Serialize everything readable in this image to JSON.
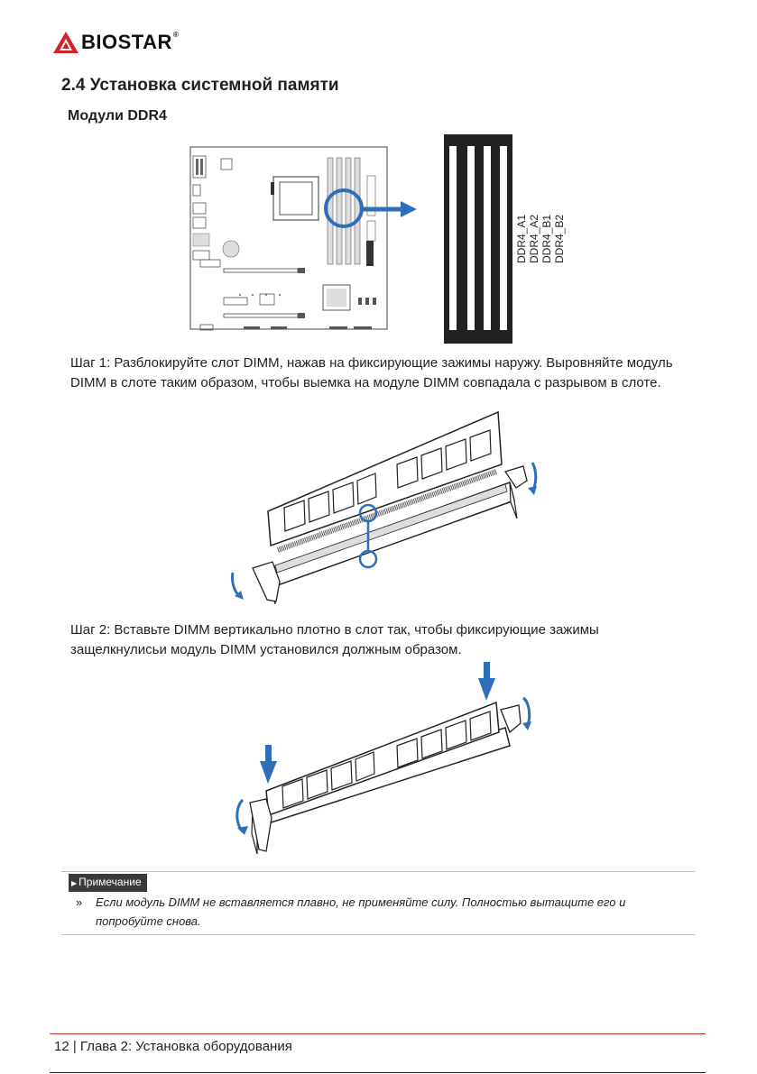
{
  "header": {
    "brand": "BIOSTAR",
    "trademark": "®"
  },
  "section": {
    "title": "2.4 Установка системной памяти",
    "subtitle": "Модули DDR4"
  },
  "slots": {
    "labels": [
      "DDR4_A1",
      "DDR4_A2",
      "DDR4_B1",
      "DDR4_B2"
    ],
    "accent_color": "#2e6fb7"
  },
  "steps": {
    "step1": "Шаг 1: Разблокируйте слот DIMM, нажав на фиксирующие зажимы наружу. Выровняйте модуль DIMM в слоте таким образом, чтобы выемка на модуле DIMM совпадала с разрывом в слоте.",
    "step2": "Шаг 2: Вставьте DIMM вертикально плотно в слот так, чтобы фиксирующие зажимы защелкнулисьи модуль DIMM установился должным образом."
  },
  "note": {
    "label": "Примечание",
    "bullet": "»",
    "text": "Если модуль DIMM не вставляется плавно, не применяйте силу. Полностью вытащите его и попробуйте снова."
  },
  "footer": {
    "text": "12 | Глава 2: Установка оборудования"
  }
}
